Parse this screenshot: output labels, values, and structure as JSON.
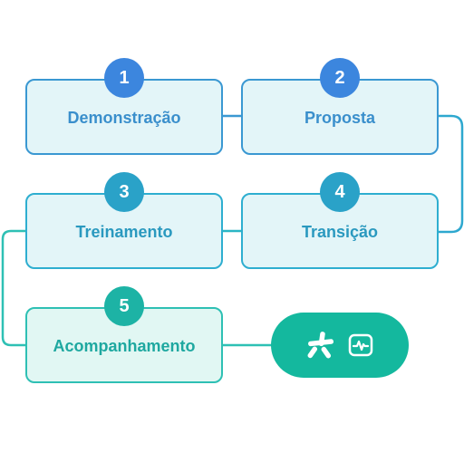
{
  "steps": [
    {
      "number": "1",
      "label": "Demonstração"
    },
    {
      "number": "2",
      "label": "Proposta"
    },
    {
      "number": "3",
      "label": "Treinamento"
    },
    {
      "number": "4",
      "label": "Transição"
    },
    {
      "number": "5",
      "label": "Acompanhamento"
    }
  ],
  "end_pill": {
    "icons": [
      "asterisk-logo-icon",
      "heartbeat-monitor-icon"
    ]
  },
  "colors": {
    "blue_badge": "#3c86de",
    "mid_badge": "#2aa2c8",
    "teal_badge": "#1db3a5",
    "blue_border": "#3a98d2",
    "teal_border": "#2ec0b4",
    "pill": "#14b89e"
  }
}
